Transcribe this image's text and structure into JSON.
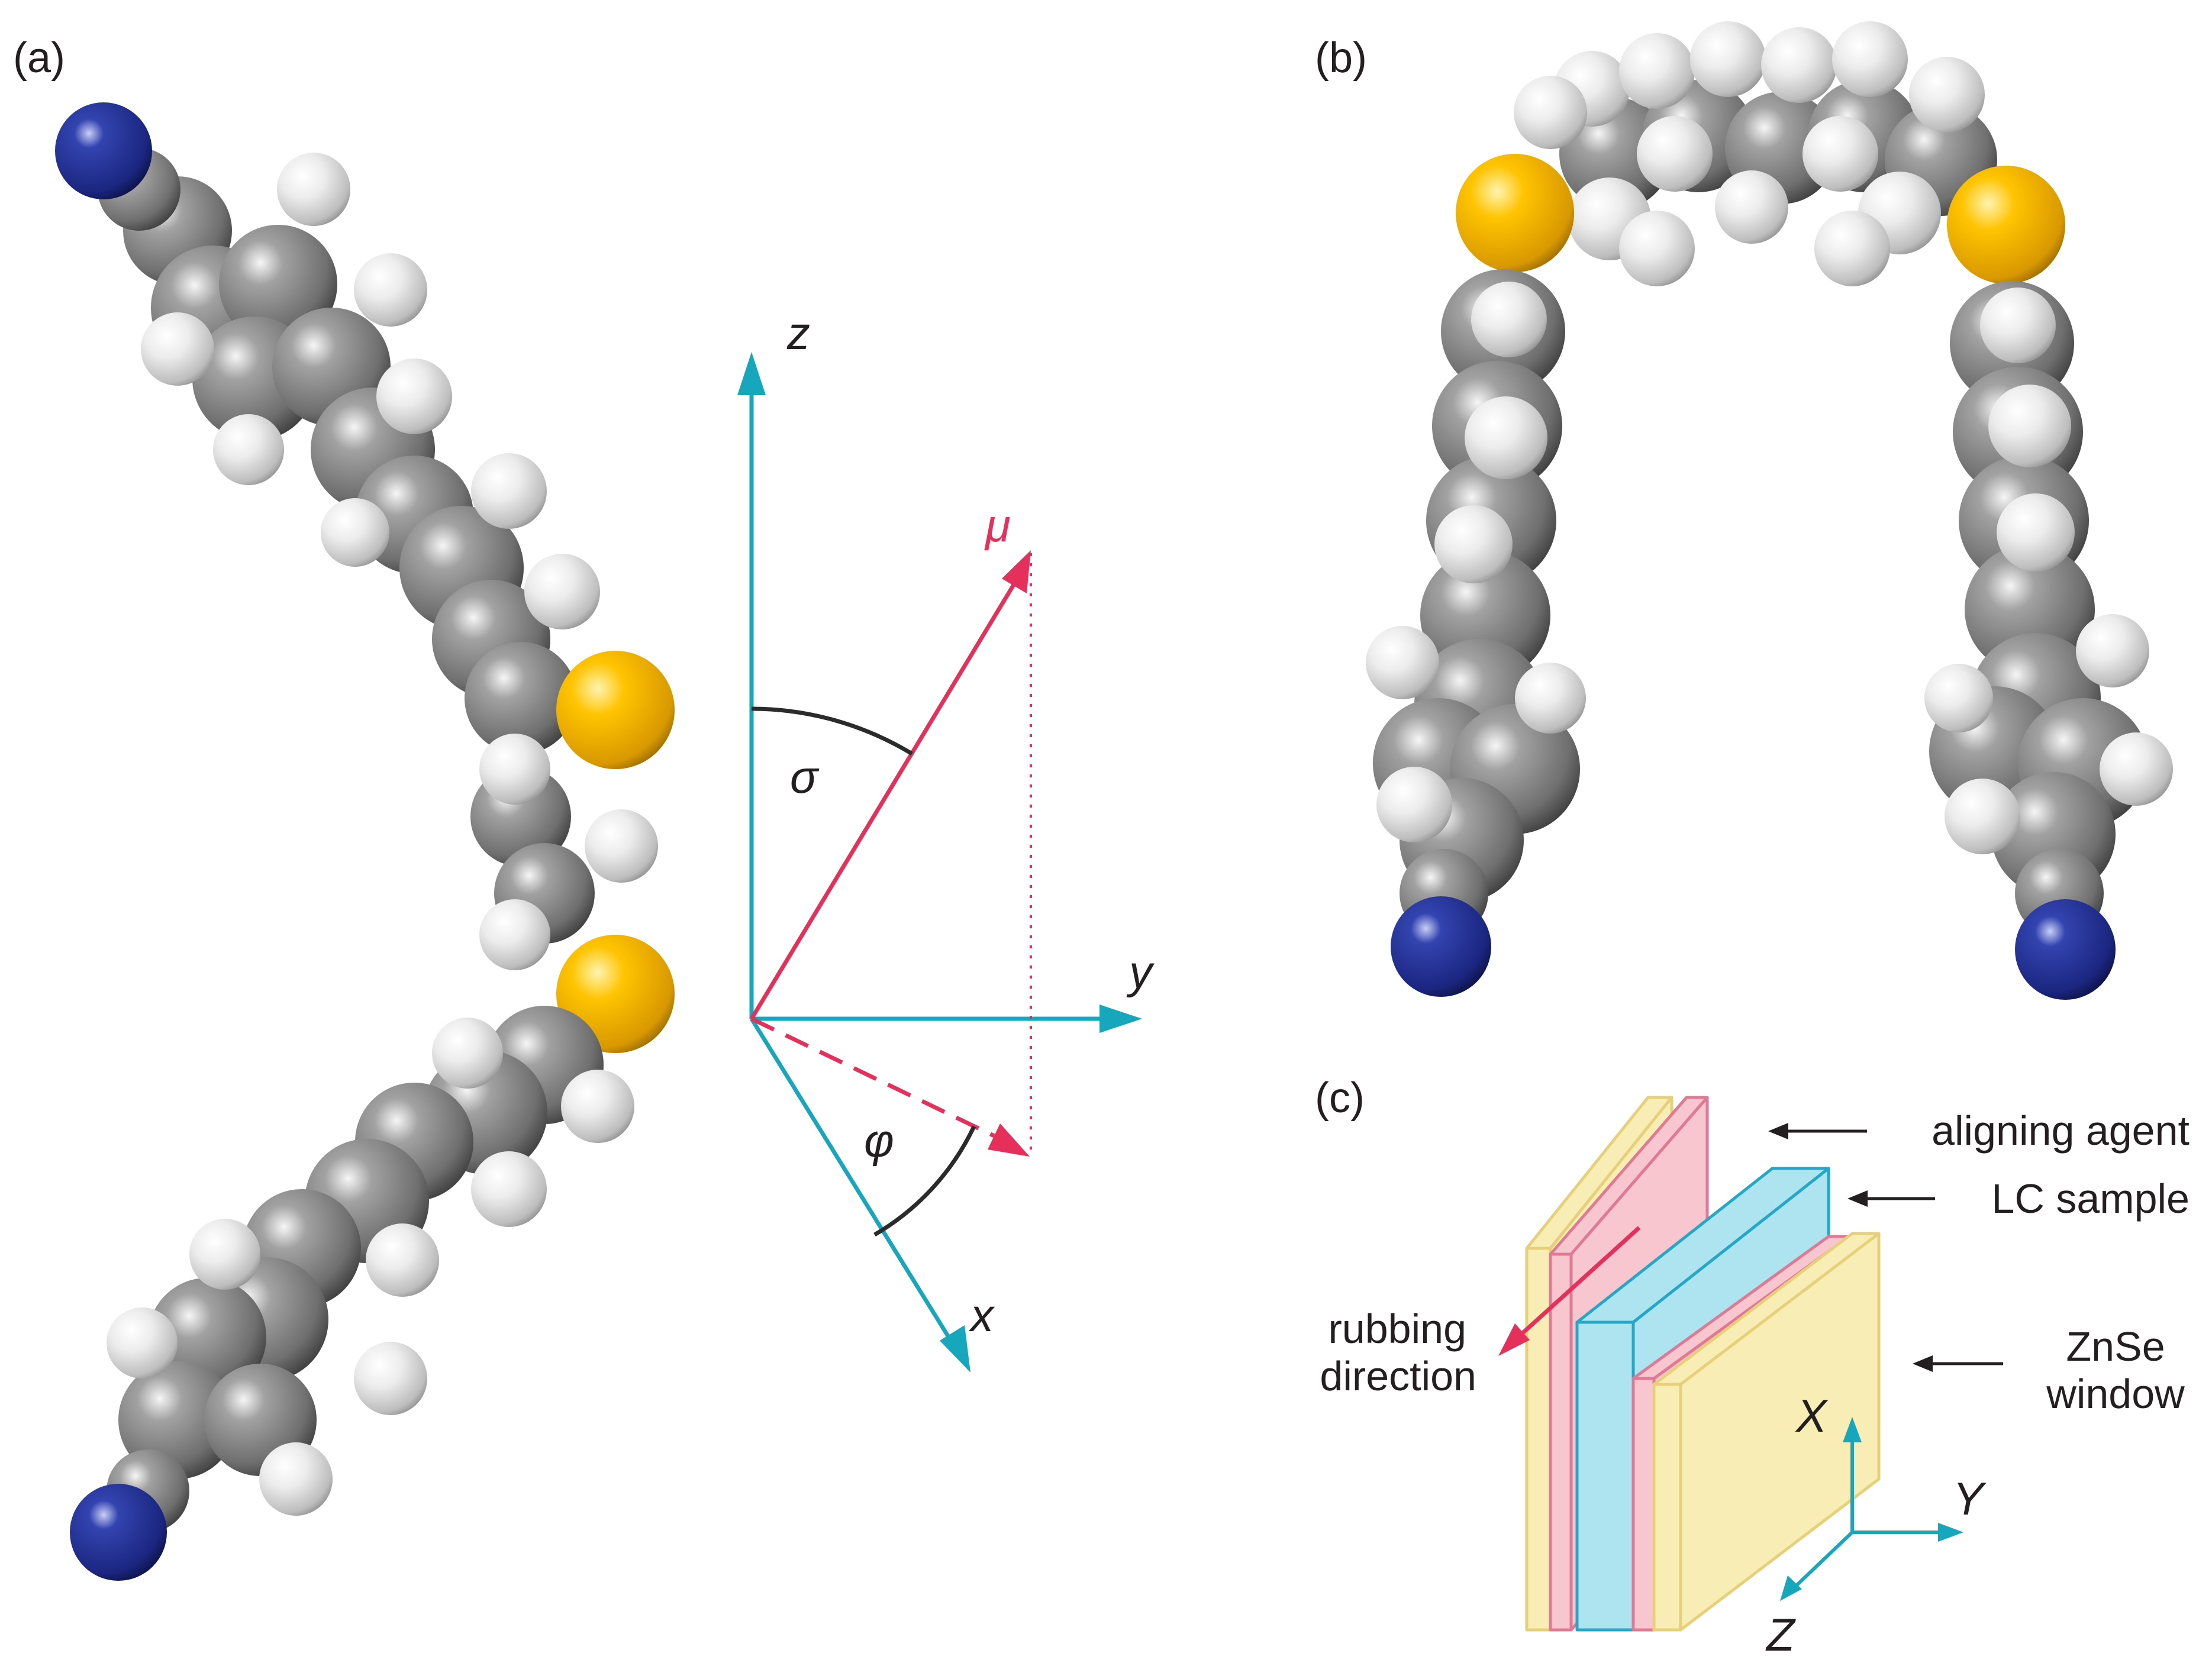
{
  "panels": {
    "a": {
      "label": "(a)",
      "axes": {
        "z": "z",
        "y": "y",
        "x": "x"
      },
      "vector": {
        "mu": "μ"
      },
      "angles": {
        "sigma": "σ",
        "phi": "φ"
      }
    },
    "b": {
      "label": "(b)"
    },
    "c": {
      "label": "(c)",
      "callouts": {
        "aligning_agent": "aligning agent",
        "lc_sample": "LC sample",
        "znse_line1": "ZnSe",
        "znse_line2": "window",
        "rubbing_line1": "rubbing",
        "rubbing_line2": "direction"
      },
      "axes": {
        "X": "X",
        "Y": "Y",
        "Z": "Z"
      }
    }
  },
  "colors": {
    "axis": "#17a7bd",
    "vector": "#e5305b",
    "arc": "#2b2b2b",
    "carbon": "#7d7d7d",
    "hydrogen": "#e6e6e6",
    "sulfur": "#f2b400",
    "nitrogen": "#1c2a8c",
    "glass": "#f8eeb5",
    "glass_edge": "#e6d17a",
    "aligning": "#f8c6cf",
    "aligning_edge": "#e07a94",
    "lc": "#aee3f0",
    "lc_edge": "#25a8c7"
  }
}
